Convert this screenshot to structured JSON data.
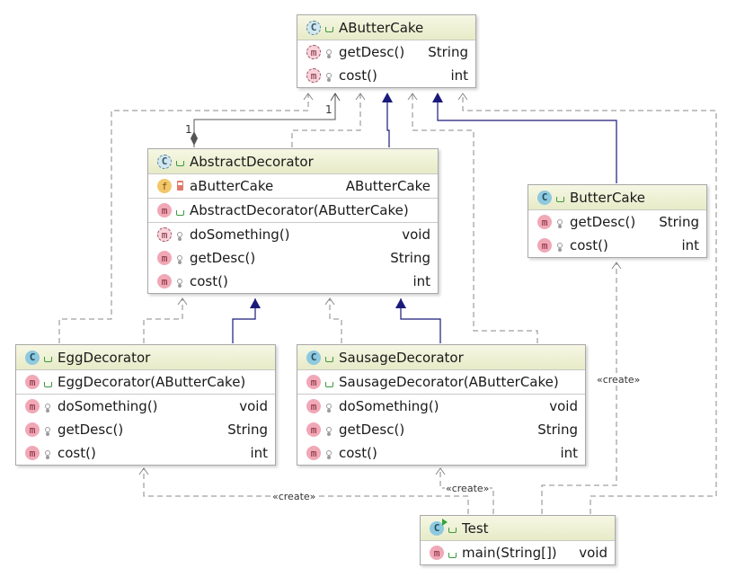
{
  "classes": {
    "abuttercake": {
      "name": "AButterCake",
      "badge": "C",
      "sections": [
        [
          {
            "badge": "m",
            "name": "getDesc()",
            "type": "String"
          },
          {
            "badge": "m",
            "name": "cost()",
            "type": "int"
          }
        ]
      ]
    },
    "abstractdecorator": {
      "name": "AbstractDecorator",
      "badge": "C",
      "sections": [
        [
          {
            "badge": "f",
            "name": "aButterCake",
            "type": "AButterCake"
          }
        ],
        [
          {
            "badge": "m",
            "name": "AbstractDecorator(AButterCake)",
            "type": ""
          }
        ],
        [
          {
            "badge": "m",
            "name": "doSomething()",
            "type": "void"
          },
          {
            "badge": "m",
            "name": "getDesc()",
            "type": "String"
          },
          {
            "badge": "m",
            "name": "cost()",
            "type": "int"
          }
        ]
      ]
    },
    "buttercake": {
      "name": "ButterCake",
      "badge": "C",
      "sections": [
        [
          {
            "badge": "m",
            "name": "getDesc()",
            "type": "String"
          },
          {
            "badge": "m",
            "name": "cost()",
            "type": "int"
          }
        ]
      ]
    },
    "eggdecorator": {
      "name": "EggDecorator",
      "badge": "C",
      "sections": [
        [
          {
            "badge": "m",
            "name": "EggDecorator(AButterCake)",
            "type": ""
          }
        ],
        [
          {
            "badge": "m",
            "name": "doSomething()",
            "type": "void"
          },
          {
            "badge": "m",
            "name": "getDesc()",
            "type": "String"
          },
          {
            "badge": "m",
            "name": "cost()",
            "type": "int"
          }
        ]
      ]
    },
    "sausagedecorator": {
      "name": "SausageDecorator",
      "badge": "C",
      "sections": [
        [
          {
            "badge": "m",
            "name": "SausageDecorator(AButterCake)",
            "type": ""
          }
        ],
        [
          {
            "badge": "m",
            "name": "doSomething()",
            "type": "void"
          },
          {
            "badge": "m",
            "name": "getDesc()",
            "type": "String"
          },
          {
            "badge": "m",
            "name": "cost()",
            "type": "int"
          }
        ]
      ]
    },
    "test": {
      "name": "Test",
      "badge": "C",
      "sections": [
        [
          {
            "badge": "m",
            "name": "main(String[])",
            "type": "void"
          }
        ]
      ]
    }
  },
  "labels": {
    "create_egg": "«create»",
    "create_sausage": "«create»",
    "create_butter": "«create»",
    "mult_one_top": "1",
    "mult_one_side": "1"
  },
  "colors": {
    "inheritance_line": "#1a1a7a",
    "dependency_line": "#888888",
    "header_gradient_top": "#f6f7e4",
    "header_gradient_bottom": "#e7ebc7"
  }
}
